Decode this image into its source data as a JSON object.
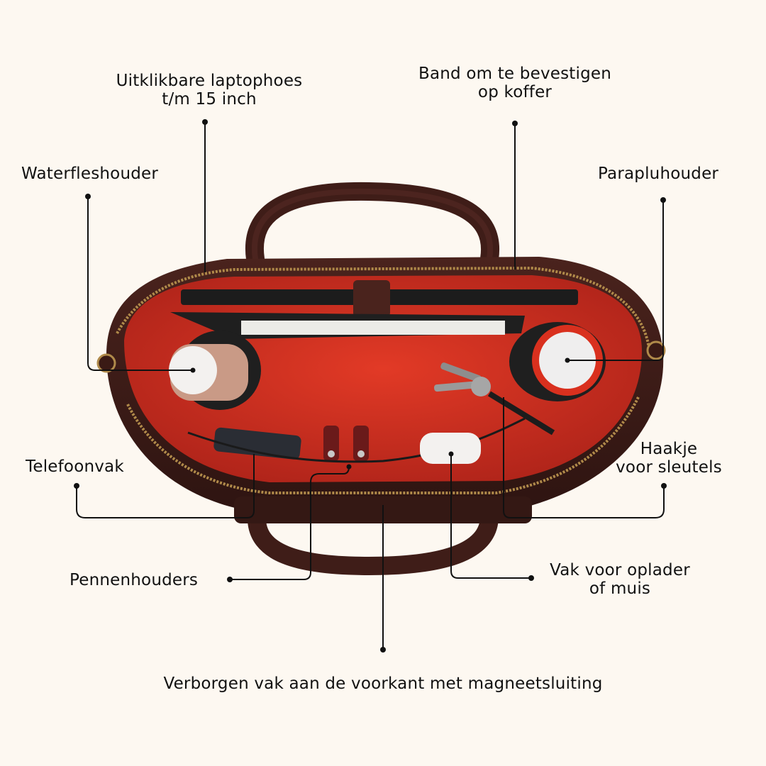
{
  "colors": {
    "background": "#fdf8f1",
    "leather": "#3d1c17",
    "lining": "#d4301f",
    "callout": "#111111"
  },
  "callouts": {
    "laptop_sleeve": {
      "line1": "Uitklikbare laptophoes",
      "line2": "t/m 15 inch"
    },
    "suitcase_strap": {
      "line1": "Band om te bevestigen",
      "line2": "op koffer"
    },
    "bottle_holder": {
      "line1": "Waterfleshouder"
    },
    "umbrella_holder": {
      "line1": "Parapluhouder"
    },
    "phone_pocket": {
      "line1": "Telefoonvak"
    },
    "key_hook": {
      "line1": "Haakje",
      "line2": "voor sleutels"
    },
    "pen_holders": {
      "line1": "Pennenhouders"
    },
    "charger_pocket": {
      "line1": "Vak voor oplader",
      "line2": "of muis"
    },
    "hidden_pocket": {
      "line1": "Verborgen vak aan de voorkant met magneetsluiting"
    }
  }
}
